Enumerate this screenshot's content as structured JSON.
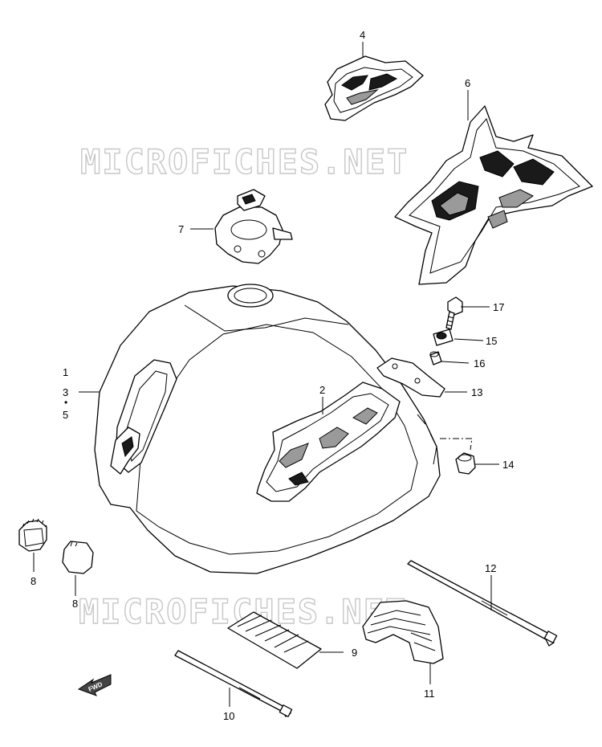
{
  "watermark": {
    "text": "MICROFICHES.NET"
  },
  "fwd_badge": {
    "text": "FWD"
  },
  "callouts": [
    {
      "id": "c4",
      "label": "4"
    },
    {
      "id": "c6",
      "label": "6"
    },
    {
      "id": "c7",
      "label": "7"
    },
    {
      "id": "c17",
      "label": "17"
    },
    {
      "id": "c15",
      "label": "15"
    },
    {
      "id": "c16",
      "label": "16"
    },
    {
      "id": "c13",
      "label": "13"
    },
    {
      "id": "c2",
      "label": "2"
    },
    {
      "id": "c1",
      "label": "1"
    },
    {
      "id": "c3",
      "label": "3"
    },
    {
      "id": "c5",
      "label": "5"
    },
    {
      "id": "c14",
      "label": "14"
    },
    {
      "id": "c8a",
      "label": "8"
    },
    {
      "id": "c8b",
      "label": "8"
    },
    {
      "id": "c12",
      "label": "12"
    },
    {
      "id": "c9",
      "label": "9"
    },
    {
      "id": "c11",
      "label": "11"
    },
    {
      "id": "c10",
      "label": "10"
    }
  ]
}
